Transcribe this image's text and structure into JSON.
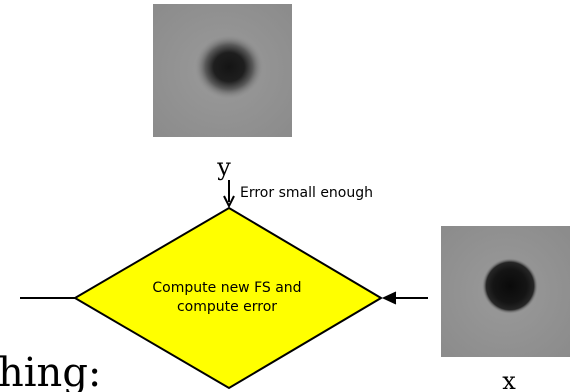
{
  "diagram": {
    "top_image_label": "y",
    "top_edge_label": "Error small enough",
    "decision_text_line1": "Compute new FS and",
    "decision_text_line2": "compute error",
    "right_image_label": "x",
    "partial_text": "hing:",
    "colors": {
      "decision_fill": "#ffff00",
      "decision_stroke": "#000000",
      "image_background": "#8c8c8c",
      "blob_core": "#111111"
    }
  }
}
